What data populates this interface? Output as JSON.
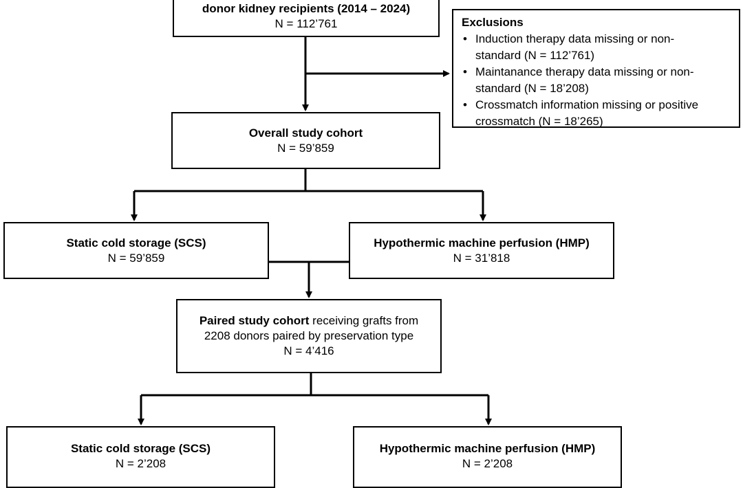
{
  "top_box": {
    "title": "donor kidney recipients (2014 – 2024)",
    "n": "N = 112’761"
  },
  "exclusions": {
    "title": "Exclusions",
    "items": [
      {
        "bullet": "•",
        "line1": "Induction therapy data missing or non-",
        "line2": "standard (N = 112’761)"
      },
      {
        "bullet": "•",
        "line1": "Maintanance therapy data missing or non-",
        "line2": "standard (N = 18’208)"
      },
      {
        "bullet": "•",
        "line1": "Crossmatch information missing or positive",
        "line2": "crossmatch (N = 18’265)"
      }
    ]
  },
  "overall": {
    "title": "Overall study cohort",
    "n": "N = 59’859"
  },
  "scs1": {
    "title": "Static cold storage (SCS)",
    "n": "N = 59’859"
  },
  "hmp1": {
    "title": "Hypothermic machine perfusion (HMP)",
    "n": "N = 31’818"
  },
  "paired": {
    "title_bold": "Paired study cohort",
    "title_rest": " receiving grafts from",
    "line2": "2208 donors paired by preservation type",
    "n": "N = 4’416"
  },
  "scs2": {
    "title": "Static cold storage (SCS)",
    "n": "N = 2’208"
  },
  "hmp2": {
    "title": "Hypothermic machine perfusion (HMP)",
    "n": "N = 2’208"
  }
}
